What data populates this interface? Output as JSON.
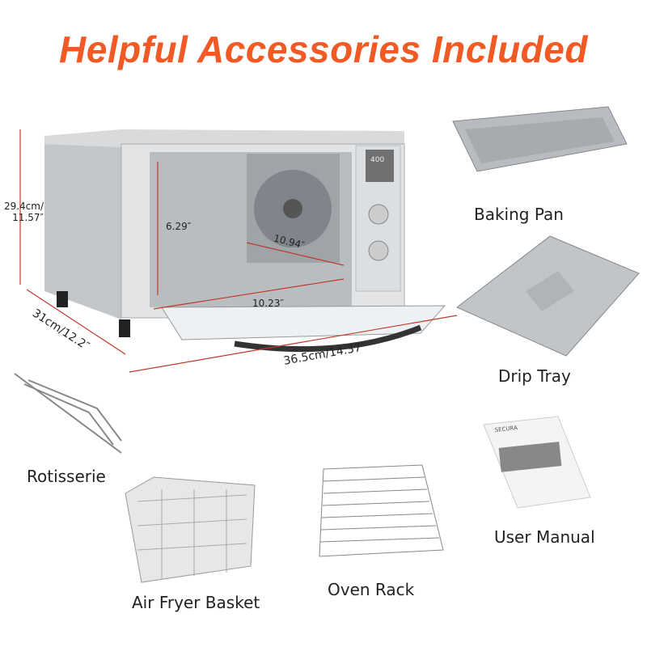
{
  "title": "Helpful Accessories Included",
  "accent_color": "#f15a24",
  "dimension_color": "#c0392b",
  "dimensions": {
    "height": "29.4cm/\n11.57″",
    "depth": "31cm/12.2″",
    "width": "36.5cm/14.37″",
    "interior_height": "6.29″",
    "interior_depth": "10.94″",
    "interior_width": "10.23″"
  },
  "accessories": [
    {
      "label": "Baking Pan"
    },
    {
      "label": "Drip Tray"
    },
    {
      "label": "Rotisserie"
    },
    {
      "label": "Air Fryer Basket"
    },
    {
      "label": "Oven Rack"
    },
    {
      "label": "User Manual"
    }
  ],
  "manual_brand": "SECURA",
  "oven_display": "400"
}
